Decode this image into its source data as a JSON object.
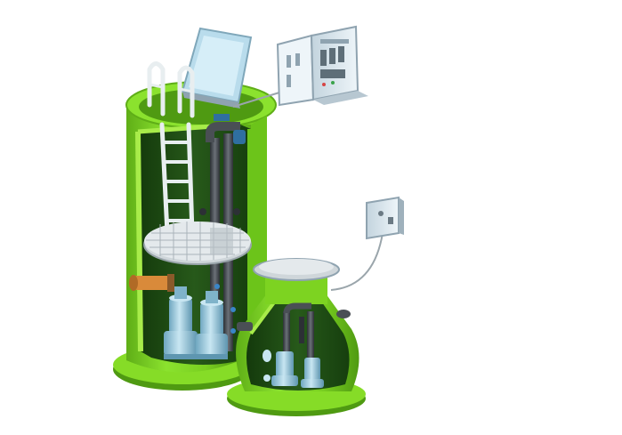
{
  "colors": {
    "background": "#ffffff",
    "tank_green": "#7dd321",
    "tank_green_dark": "#4f9a12",
    "tank_green_light": "#a8ec4a",
    "interior": "#1f4e14",
    "interior_dark": "#143a0c",
    "pipe_gray": "#4a4f55",
    "pipe_dark": "#2c3035",
    "ladder_white": "#e8eef0",
    "platform_gray": "#cfd6da",
    "pump_blue": "#9ccbe0",
    "pump_blue_dark": "#5e96b0",
    "cabinet_light": "#d9e6ee",
    "cabinet_frame": "#8fa3b0",
    "inlet_orange": "#d98a3a",
    "lid_glass": "#b9dcec"
  },
  "components": {
    "large_tank": "large-pumping-station-tank",
    "small_tank": "small-pumping-station-tank",
    "control_cabinet": "control-cabinet-icon",
    "control_box": "control-box-icon",
    "ladder": "ladder-icon",
    "platform": "service-platform-grating",
    "pumps": [
      "submersible-pump-icon",
      "submersible-pump-icon"
    ],
    "inlet_pipe": "inlet-pipe-icon",
    "riser_pipes": "discharge-riser-pipes"
  }
}
